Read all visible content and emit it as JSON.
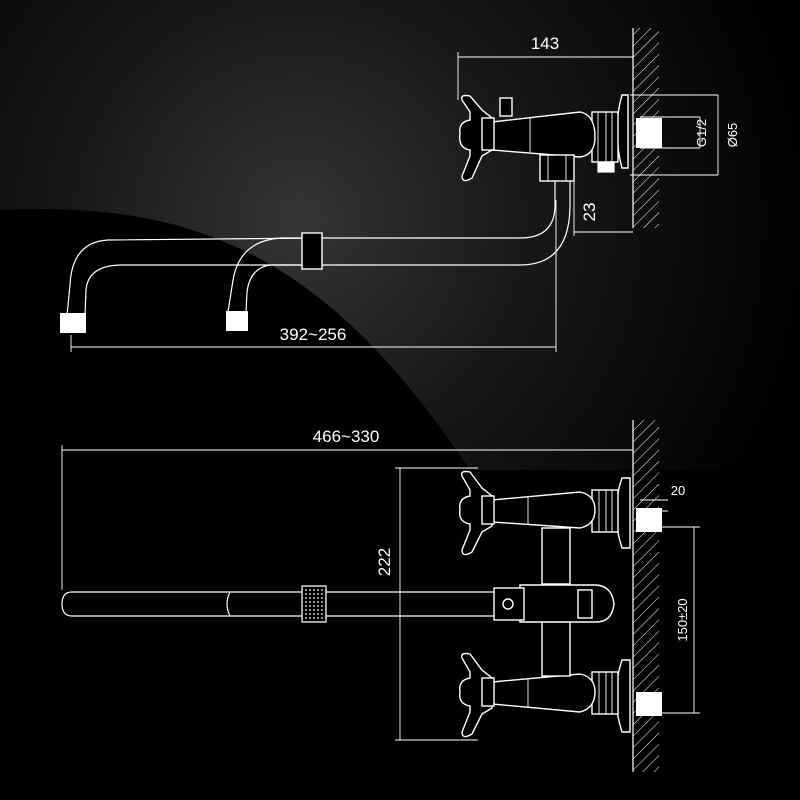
{
  "dimensions": {
    "top_width": "143",
    "thread": "G1/2",
    "diameter": "Ø65",
    "offset": "23",
    "spout_range_top": "392~256",
    "total_range": "466~330",
    "height": "222",
    "wall_gap": "20",
    "centers": "150±20"
  },
  "colors": {
    "background": "#000000",
    "lines": "#ffffff"
  }
}
